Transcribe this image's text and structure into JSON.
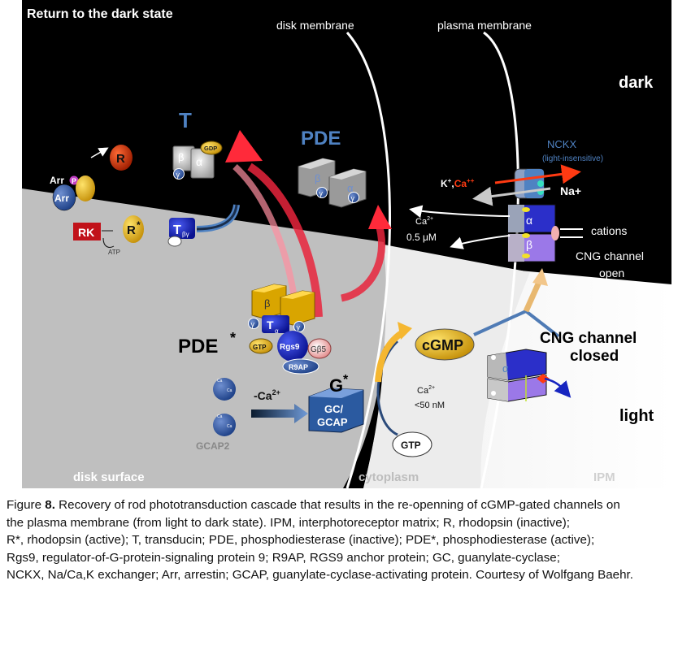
{
  "labels": {
    "title": "Return to the dark state",
    "disk_membrane": "disk membrane",
    "plasma_membrane": "plasma membrane",
    "dark": "dark",
    "light": "light",
    "T": "T",
    "PDE": "PDE",
    "PDE_star": "PDE",
    "star": "*",
    "NCKX": "NCKX",
    "NCKX_sub": "(light-insensitive)",
    "ions_K": "K",
    "ions_Ca": "Ca",
    "Na": "Na+",
    "ca_dark_1": "Ca",
    "ca_dark_2": "0.5 μM",
    "cations": "cations",
    "cng_open_1": "CNG channel",
    "cng_open_2": "open",
    "cng_closed_1": "CNG channel",
    "cng_closed_2": "closed",
    "cGMP": "cGMP",
    "GTP": "GTP",
    "GTP_small": "GTP",
    "Rgs9": "Rgs9",
    "Gb5": "Gβ5",
    "R9AP": "R9AP",
    "G_star": "G",
    "GC": "GC/",
    "GCAP": "GCAP",
    "minus_ca": "-Ca",
    "GCAP2": "GCAP2",
    "ca_light_1": "Ca",
    "ca_light_2": "<50 nM",
    "disk_surface": "disk surface",
    "cytoplasm": "cytoplasm",
    "IPM": "IPM",
    "R": "R",
    "R_star": "R",
    "Arr_P": "Arr",
    "P": "P",
    "Arr": "Arr",
    "RK": "RK",
    "ATP": "ATP",
    "T_by": "T",
    "by": "βγ",
    "T_alpha": "T",
    "alpha_sub": "α",
    "beta": "β",
    "gamma": "γ",
    "alpha": "α",
    "GDP": "GDP",
    "ca_ion": "Ca"
  },
  "caption": {
    "fig_label": "Figure ",
    "fig_num": "8.",
    "line1": " Recovery of rod phototransduction cascade that results in the re-openning of cGMP-gated channels on",
    "line2": "the plasma membrane (from light to dark state). IPM, interphotoreceptor matrix; R, rhodopsin (inactive);",
    "line3": "R*, rhodopsin (active); T, transducin; PDE, phosphodiesterase (inactive); PDE*, phosphodiesterase (active);",
    "line4": "Rgs9, regulator-of-G-protein-signaling protein 9; R9AP, RGS9 anchor protein; GC, guanylate-cyclase;",
    "line5": "NCKX, Na/Ca,K exchanger; Arr, arrestin; GCAP, guanylate-cyclase-activating protein. Courtesy of Wolfgang Baehr."
  },
  "colors": {
    "background_dark": "#000000",
    "disk_gray": "#bdbdbd",
    "cytoplasm": "#eeeeee",
    "pde_blue": "#4f82c2",
    "cng_blue": "#2b2fc9",
    "cng_purple": "#9b78e8",
    "arrow_red": "#e8253c",
    "arrow_gold": "#f5b731",
    "gold": "#f2c21a"
  }
}
